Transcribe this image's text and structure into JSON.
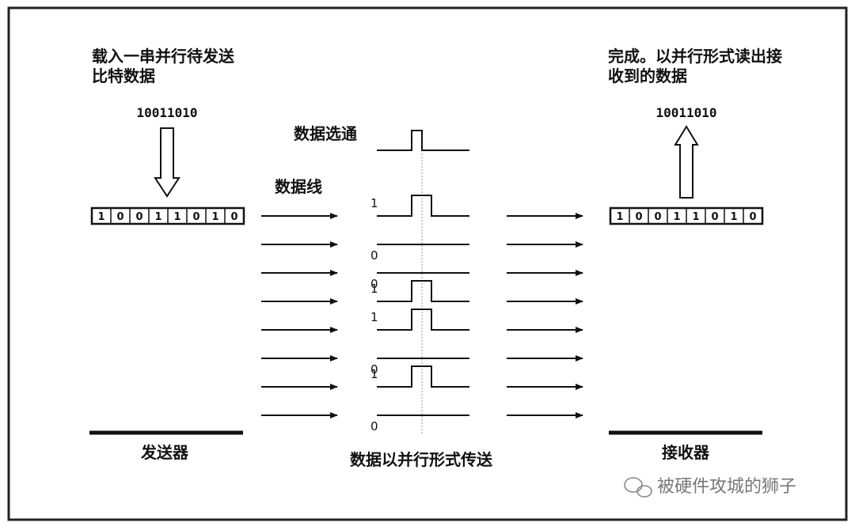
{
  "sender": {
    "caption_line1": "载入一串并行待发送",
    "caption_line2": "比特数据",
    "bits_label": "10011010",
    "cells": [
      "1",
      "0",
      "0",
      "1",
      "1",
      "0",
      "1",
      "0"
    ],
    "name": "发送器"
  },
  "receiver": {
    "caption_line1": "完成。以并行形式读出接",
    "caption_line2": "收到的数据",
    "bits_label": "10011010",
    "cells": [
      "1",
      "0",
      "0",
      "1",
      "1",
      "0",
      "1",
      "0"
    ],
    "name": "接收器"
  },
  "strobe_label": "数据选通",
  "dataline_label": "数据线",
  "lines": [
    {
      "level": "1",
      "pulse": true
    },
    {
      "level": "0",
      "pulse": false
    },
    {
      "level": "0",
      "pulse": false
    },
    {
      "level": "1",
      "pulse": true
    },
    {
      "level": "1",
      "pulse": true
    },
    {
      "level": "0",
      "pulse": false
    },
    {
      "level": "1",
      "pulse": true
    },
    {
      "level": "0",
      "pulse": false
    }
  ],
  "caption": "数据以并行形式传送",
  "watermark": "被硬件攻城的狮子",
  "colors": {
    "ink": "#111111",
    "frame": "#222222",
    "watermark": "#777777"
  }
}
